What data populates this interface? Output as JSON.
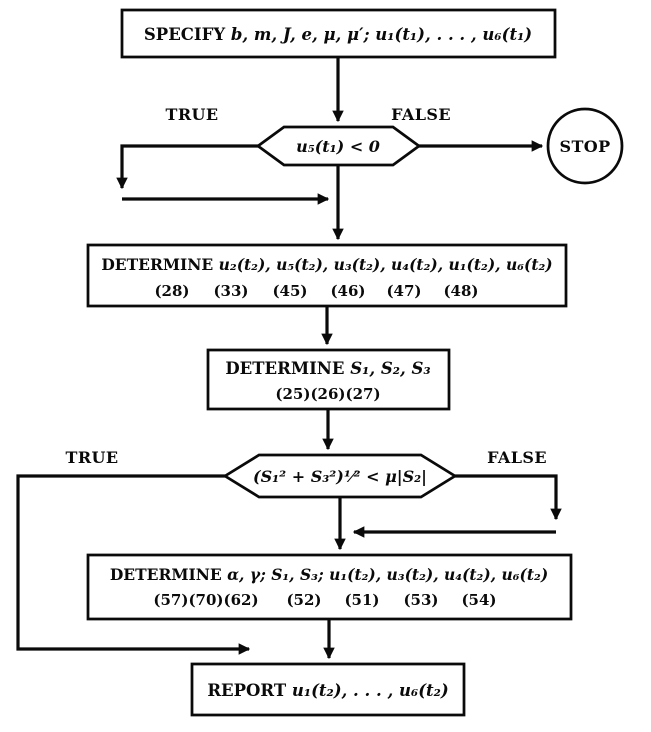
{
  "colors": {
    "ink": "#0a0a0a",
    "background": "#ffffff"
  },
  "nodes": {
    "specify": {
      "keyword": "SPECIFY",
      "math": " b, m, J, e, μ, μ′; u₁(t₁), . . . , u₆(t₁)"
    },
    "decision1": {
      "condition": "u₅(t₁) < 0",
      "true_label": "TRUE",
      "false_label": "FALSE"
    },
    "stop": {
      "label": "STOP"
    },
    "determine_u": {
      "keyword": "DETERMINE",
      "math": " u₂(t₂), u₅(t₂), u₃(t₂), u₄(t₂), u₁(t₂), u₆(t₂)",
      "eq_numbers": [
        "(28)",
        "(33)",
        "(45)",
        "(46)",
        "(47)",
        "(48)"
      ]
    },
    "determine_s": {
      "keyword": "DETERMINE",
      "math": " S₁, S₂, S₃",
      "eq_numbers_text": "(25)(26)(27)"
    },
    "decision2": {
      "condition": "(S₁² + S₃²)¹⁄² < μ|S₂|",
      "true_label": "TRUE",
      "false_label": "FALSE"
    },
    "determine_alpha": {
      "keyword": "DETERMINE",
      "math": " α, γ; S₁, S₃; u₁(t₂), u₃(t₂), u₄(t₂), u₆(t₂)",
      "eq_numbers": [
        "(57)(70)(62)",
        "(52)",
        "(51)",
        "(53)",
        "(54)"
      ]
    },
    "report": {
      "keyword": "REPORT",
      "math": " u₁(t₂), . . . , u₆(t₂)"
    }
  }
}
